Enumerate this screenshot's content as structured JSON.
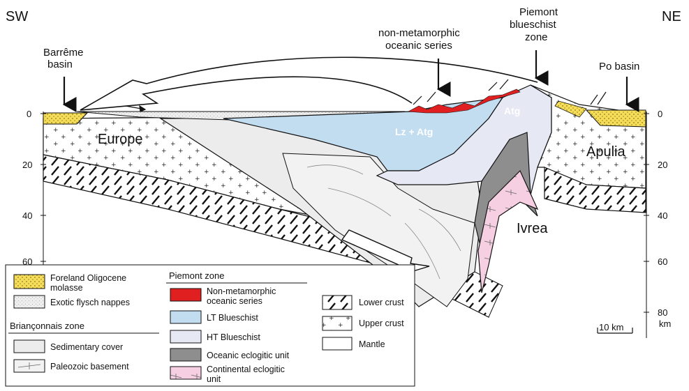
{
  "orientation": {
    "left": "SW",
    "right": "NE"
  },
  "callouts": {
    "barreme": [
      "Barrême",
      "basin"
    ],
    "nonmeta": [
      "non-metamorphic",
      "oceanic series"
    ],
    "piemont": [
      "Piemont",
      "blueschist",
      "zone"
    ],
    "po": [
      "Po basin"
    ]
  },
  "regions": {
    "europe": "Europe",
    "apulia": "Apulia",
    "ivrea": "Ivrea",
    "lz_atg": "Lz + Atg",
    "atg": "Atg"
  },
  "depth_axis": {
    "left_ticks": [
      "0",
      "20",
      "40",
      "60"
    ],
    "right_ticks": [
      "0",
      "20",
      "40",
      "60",
      "80"
    ],
    "unit": "km"
  },
  "scale_bar": "10 km",
  "legend": {
    "col1": {
      "items": [
        {
          "label": [
            "Foreland Oligocene",
            "molasse"
          ]
        },
        {
          "label": [
            "Exotic flysch nappes"
          ]
        }
      ],
      "section": "Briançonnais zone",
      "section_items": [
        {
          "label": [
            "Sedimentary cover"
          ]
        },
        {
          "label": [
            "Paleozoic basement"
          ]
        }
      ]
    },
    "col2": {
      "section": "Piemont zone",
      "items": [
        {
          "label": [
            "Non-metamorphic",
            "oceanic series"
          ],
          "color": "#e02020"
        },
        {
          "label": [
            "LT Blueschist"
          ],
          "color": "#c2dcf0"
        },
        {
          "label": [
            "HT Blueschist"
          ],
          "color": "#e6e8f4"
        },
        {
          "label": [
            "Oceanic eclogitic unit"
          ],
          "color": "#8e8e8e"
        },
        {
          "label": [
            "Continental eclogitic",
            "unit"
          ],
          "color": "#f6cfe2"
        }
      ]
    },
    "col3": {
      "items": [
        {
          "label": [
            "Lower crust"
          ]
        },
        {
          "label": [
            "Upper crust"
          ]
        },
        {
          "label": [
            "Mantle"
          ]
        }
      ]
    }
  },
  "colors": {
    "molasse": "#f5dd57",
    "flysch": "#e9e9e9",
    "sedimentary_cover": "#ececec",
    "lt_blueschist": "#c2dcf0",
    "ht_blueschist": "#e6e8f4",
    "oceanic_eclogite": "#8e8e8e",
    "continental_eclogite": "#f6cfe2",
    "non_metamorphic": "#e02020"
  }
}
